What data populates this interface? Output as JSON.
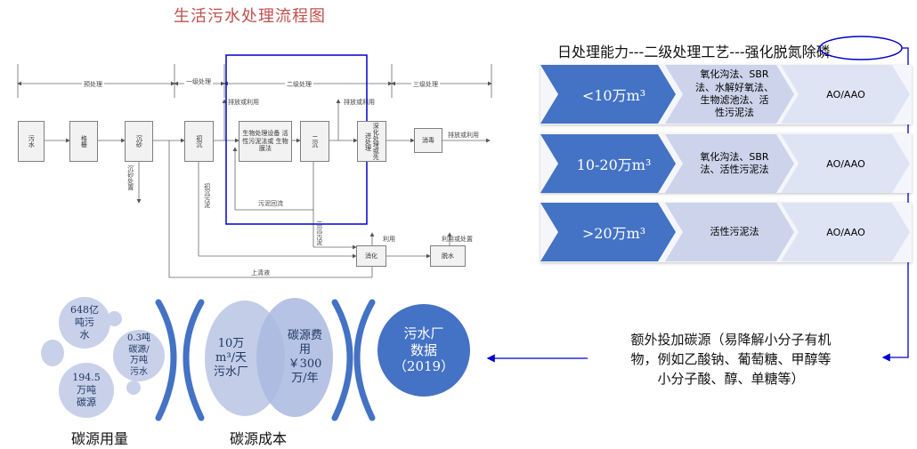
{
  "title": "生活污水处理流程图",
  "flow": {
    "stages": {
      "pre": "预处理",
      "primary": "一级处理",
      "secondary": "二级处理",
      "tertiary": "三级处理"
    },
    "boxes": {
      "sewage": "污水",
      "grille": "格栅",
      "grit": "沉砂",
      "primary_settle": "初沉",
      "bio": "生物处理设备 活性污泥法或 生物膜法",
      "secondary_settle": "二沉",
      "advanced": "深化处理或先进处理",
      "disinfect": "消毒",
      "digest": "消化",
      "dewater": "脱水"
    },
    "labels": {
      "discharge1": "排放或利用",
      "discharge2": "排放或利用",
      "discharge3": "排放或利用",
      "grit_disposal": "沉砂处置",
      "primary_sludge": "初沉污泥",
      "sludge_return": "污泥回流",
      "secondary_sludge": "二沉污泥",
      "use": "利用",
      "use_or_dispose": "利用或处置",
      "supernatant": "上清液"
    }
  },
  "right": {
    "title": "日处理能力---二级处理工艺---强化脱氮除磷",
    "rows": [
      {
        "capacity": "<10万m³",
        "process": "氧化沟法、SBR法、水解好氧法、生物滤池法、活性污泥法",
        "extra": "AO/AAO"
      },
      {
        "capacity": "10-20万m³",
        "process": "氧化沟法、SBR法、活性污泥法",
        "extra": "AO/AAO"
      },
      {
        "capacity": ">20万m³",
        "process": "活性污泥法",
        "extra": "AO/AAO"
      }
    ],
    "process_lines": [
      [
        "氧化沟法、SBR",
        "法、水解好氧法、",
        "生物滤池法、活",
        "性污泥法"
      ],
      [
        "氧化沟法、SBR",
        "法、活性污泥法"
      ],
      [
        "活性污泥法"
      ]
    ]
  },
  "carbon_note": "额外投加碳源（易降解小分子有机物，例如乙酸钠、葡萄糖、甲醇等小分子酸、醇、单糖等）",
  "carbon_note_lines": [
    "额外投加碳源（易降解小分子有机",
    "物，例如乙酸钠、葡萄糖、甲醇等",
    "小分子酸、醇、单糖等）"
  ],
  "usage": {
    "label": "碳源用量",
    "c1": [
      "648亿",
      "吨污",
      "水"
    ],
    "c2": [
      "0.3吨",
      "碳源/",
      "万吨",
      "污水"
    ],
    "c3": [
      "194.5",
      "万吨",
      "碳源"
    ]
  },
  "cost": {
    "label": "碳源成本",
    "left": [
      "10万",
      "m³/天",
      "污水厂"
    ],
    "right": [
      "碳源费",
      "用",
      "￥300",
      "万/年"
    ]
  },
  "source": {
    "lines": [
      "污水厂",
      "数据",
      "（2019）"
    ]
  },
  "colors": {
    "accent": "#4472c4",
    "title": "#c0504d",
    "highlight": "#0000cc",
    "light": "#dfe4f4",
    "arrow_dark": "#4472c4"
  }
}
